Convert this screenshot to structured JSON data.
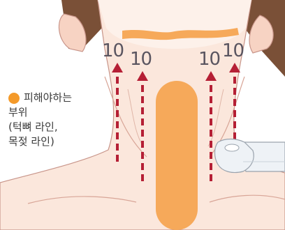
{
  "colors": {
    "skin": "#fbe7dc",
    "skin_shadow": "#f2cdbc",
    "outline": "#c8958a",
    "hair": "#7a5037",
    "avoid_zone": "#f6a95a",
    "arrow": "#b51f35",
    "device": "#eef2f6"
  },
  "counts": {
    "left_outer": "10",
    "left_inner": "10",
    "right_inner": "10",
    "right_outer": "10"
  },
  "legend": {
    "icon": "orange-dot",
    "line1": "피해야하는",
    "line2": "부위",
    "line3": "(턱뼈 라인,",
    "line4": "목젖 라인)"
  }
}
